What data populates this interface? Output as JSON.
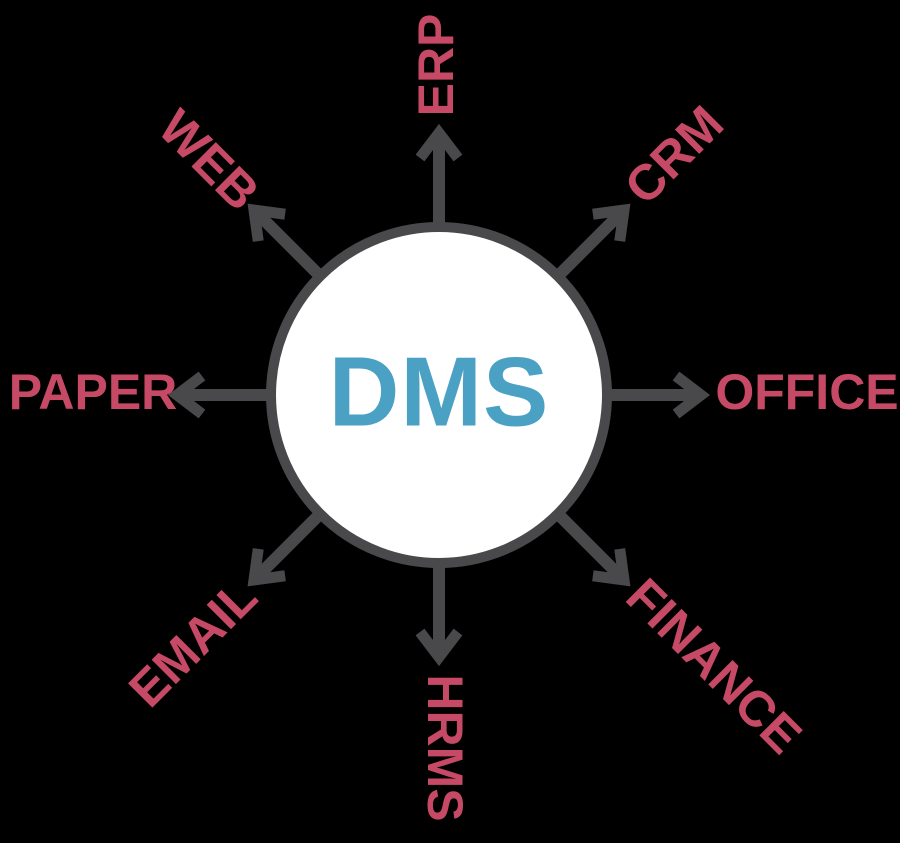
{
  "diagram": {
    "center": {
      "label": "DMS"
    },
    "spokes": [
      {
        "id": "erp",
        "label": "ERP",
        "direction": "up"
      },
      {
        "id": "crm",
        "label": "CRM",
        "direction": "up-right"
      },
      {
        "id": "office",
        "label": "OFFICE",
        "direction": "right"
      },
      {
        "id": "finance",
        "label": "FINANCE",
        "direction": "down-right"
      },
      {
        "id": "hrms",
        "label": "HRMS",
        "direction": "down"
      },
      {
        "id": "email",
        "label": "EMAIL",
        "direction": "down-left"
      },
      {
        "id": "paper",
        "label": "PAPER",
        "direction": "left"
      },
      {
        "id": "web",
        "label": "WEB",
        "direction": "up-left"
      }
    ],
    "colors": {
      "label": "#c64a66",
      "arrow": "#49494b",
      "center-text": "#4aa1c3",
      "circle-fill": "#ffffff",
      "background": "#000000"
    }
  }
}
